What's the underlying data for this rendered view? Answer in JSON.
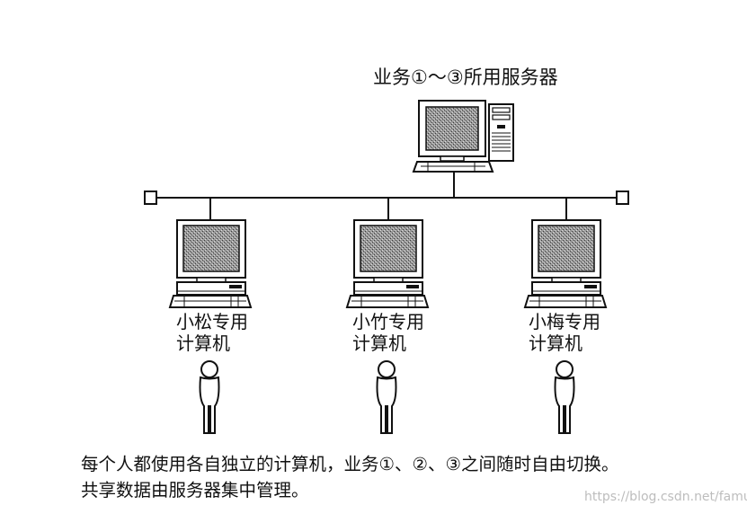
{
  "server": {
    "label": "业务①～③所用服务器"
  },
  "computers": [
    {
      "line1": "小松专用",
      "line2": "计算机"
    },
    {
      "line1": "小竹专用",
      "line2": "计算机"
    },
    {
      "line1": "小梅专用",
      "line2": "计算机"
    }
  ],
  "caption": {
    "line1": "每个人都使用各自独立的计算机，业务①、②、③之间随时自由切换。",
    "line2": "共享数据由服务器集中管理。"
  },
  "watermark": "https://blog.csdn.net/famur"
}
